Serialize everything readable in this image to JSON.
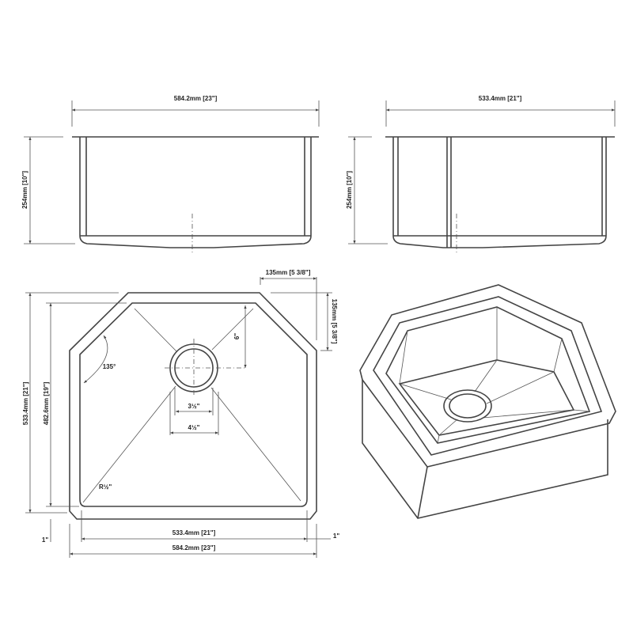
{
  "front_view": {
    "width_label": "584.2mm [23\"]",
    "height_label": "254mm [10\"]"
  },
  "side_view": {
    "width_label": "533.4mm [21\"]",
    "height_label": "254mm [10\"]"
  },
  "plan_view": {
    "corner_width_label": "135mm [5 3/8\"]",
    "corner_height_label": "135mm [5 3/8\"]",
    "angle_label": "135°",
    "outer_height_label": "533.4mm [21\"]",
    "inner_height_label": "482.6mm [19\"]",
    "drain_offset_label": "6\"",
    "drain_inner_label": "3½\"",
    "drain_outer_label": "4½\"",
    "radius_label": "R½\"",
    "inner_width_label": "533.4mm [21\"]",
    "outer_width_label": "584.2mm [23\"]",
    "rim_left_label": "1\"",
    "rim_right_label": "1\""
  }
}
